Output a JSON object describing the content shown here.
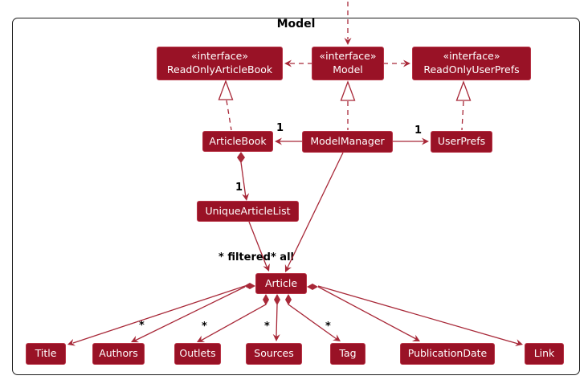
{
  "diagram": {
    "title": "Model",
    "classes": {
      "read_only_article_book": {
        "stereotype": "«interface»",
        "name": "ReadOnlyArticleBook"
      },
      "model": {
        "stereotype": "«interface»",
        "name": "Model"
      },
      "read_only_user_prefs": {
        "stereotype": "«interface»",
        "name": "ReadOnlyUserPrefs"
      },
      "article_book": {
        "name": "ArticleBook"
      },
      "model_manager": {
        "name": "ModelManager"
      },
      "user_prefs": {
        "name": "UserPrefs"
      },
      "unique_article_list": {
        "name": "UniqueArticleList"
      },
      "article": {
        "name": "Article"
      },
      "title_class": {
        "name": "Title"
      },
      "authors": {
        "name": "Authors"
      },
      "outlets": {
        "name": "Outlets"
      },
      "sources": {
        "name": "Sources"
      },
      "tag": {
        "name": "Tag"
      },
      "publication_date": {
        "name": "PublicationDate"
      },
      "link": {
        "name": "Link"
      }
    },
    "labels": {
      "mm_to_articlebook": "1",
      "mm_to_userprefs": "1",
      "articlebook_to_list": "1",
      "filtered": "* filtered",
      "all": "* all",
      "authors_mult": "*",
      "outlets_mult": "*",
      "sources_mult": "*",
      "tag_mult": "*"
    },
    "colors": {
      "box_fill": "#991226",
      "box_border": "#b73345",
      "edge": "#a82838",
      "frame_border": "#1c1c1c",
      "label_text": "#000000",
      "box_text": "#ffffff"
    }
  }
}
